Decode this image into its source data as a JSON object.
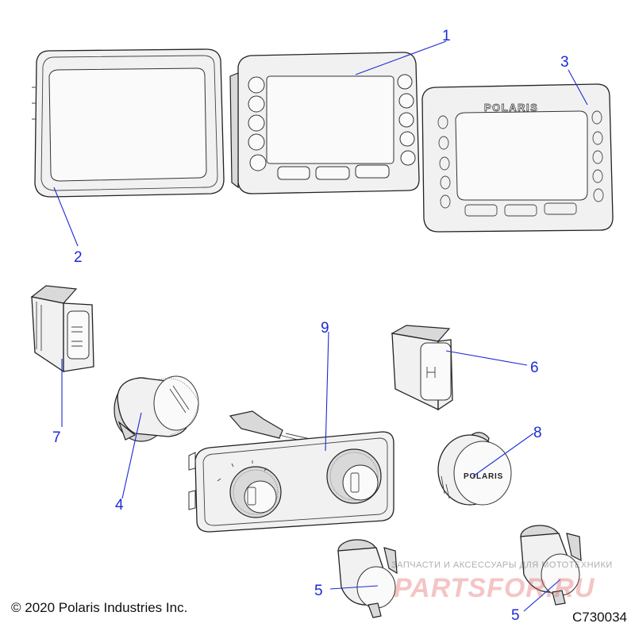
{
  "callouts": {
    "c1": "1",
    "c2": "2",
    "c3": "3",
    "c4": "4",
    "c5a": "5",
    "c5b": "5",
    "c6": "6",
    "c7": "7",
    "c8": "8",
    "c9": "9"
  },
  "bezel_brand": "POLARIS",
  "outlet_brand": "POLARIS",
  "copyright": "© 2020 Polaris Industries Inc.",
  "drawing_number": "C730034",
  "watermark": {
    "tagline": "ЗАПЧАСТИ И АКСЕССУАРЫ ДЛЯ МОТОТЕХНИКИ",
    "brand": "PARTSFOR.RU"
  },
  "colors": {
    "callout": "#1a2bd6",
    "line_art": "#222222",
    "watermark": "#e05a5a"
  }
}
